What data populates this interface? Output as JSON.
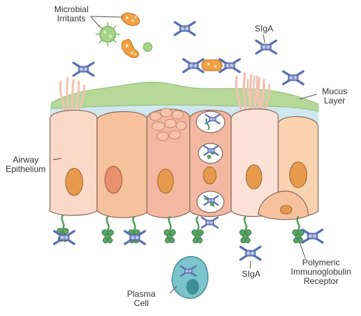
{
  "labels": {
    "microbial_irritants": [
      "Microbial",
      "Irritants"
    ],
    "siga_top": "SIgA",
    "mucus_layer": [
      "Mucus",
      "Layer"
    ],
    "airway_epithelium": [
      "Airway",
      "Epithelium"
    ],
    "plasma_cell": [
      "Plasma",
      "Cell"
    ],
    "siga_bottom": "SIgA",
    "pigr": [
      "Polymeric",
      "Immunoglobulin",
      "Receptor"
    ]
  },
  "colors": {
    "mucus": "#b6d99a",
    "periciliary_fluid": "#cfe7ef",
    "cell_peach": "#fbd8c8",
    "cell_orange": "#f6c29e",
    "cell_salmon": "#f4b8a2",
    "nucleus": "#e89a4c",
    "receptor": "#4f9a5c",
    "antibody_blue": "#5b6fb2",
    "antibody_light": "#a9b7de",
    "bacterium": "#f0a143",
    "virus": "#a6d48a",
    "plasma_cell": "#7cc4cc",
    "outline": "#555555"
  }
}
